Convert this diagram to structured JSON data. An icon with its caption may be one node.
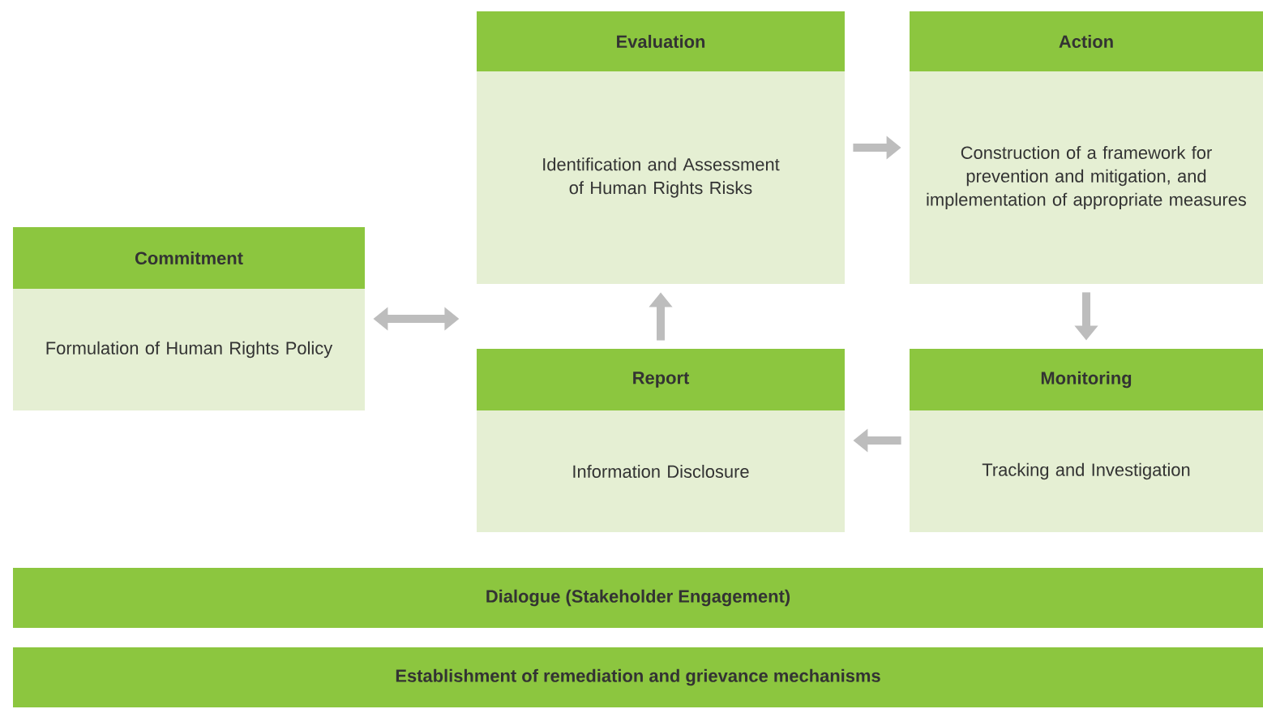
{
  "diagram": {
    "nodes": [
      {
        "text": [
          "Commitment",
          "Formulation of Human Rights Policy"
        ]
      },
      {
        "text": [
          "Evaluation",
          "Identification and Assessment of Human Rights Risks"
        ]
      },
      {
        "text": [
          "Action",
          "Construction of a framework for prevention and mitigation, and implementation of appropriate measures"
        ]
      },
      {
        "text": [
          "Report",
          "Information Disclosure"
        ]
      },
      {
        "text": [
          "Monitoring",
          "Tracking and Investigation"
        ]
      },
      {
        "text": [
          "Dialogue (Stakeholder Engagement)"
        ]
      },
      {
        "text": [
          "Establishment of remediation and grievance mechanisms"
        ]
      }
    ],
    "edges": [
      {
        "from": 0,
        "to": null,
        "arrow": "both"
      },
      {
        "from": 1,
        "to": 2,
        "arrow": "to"
      },
      {
        "from": 2,
        "to": 4,
        "arrow": "to"
      },
      {
        "from": 4,
        "to": 3,
        "arrow": "to"
      },
      {
        "from": 3,
        "to": 1,
        "arrow": "to"
      }
    ]
  }
}
